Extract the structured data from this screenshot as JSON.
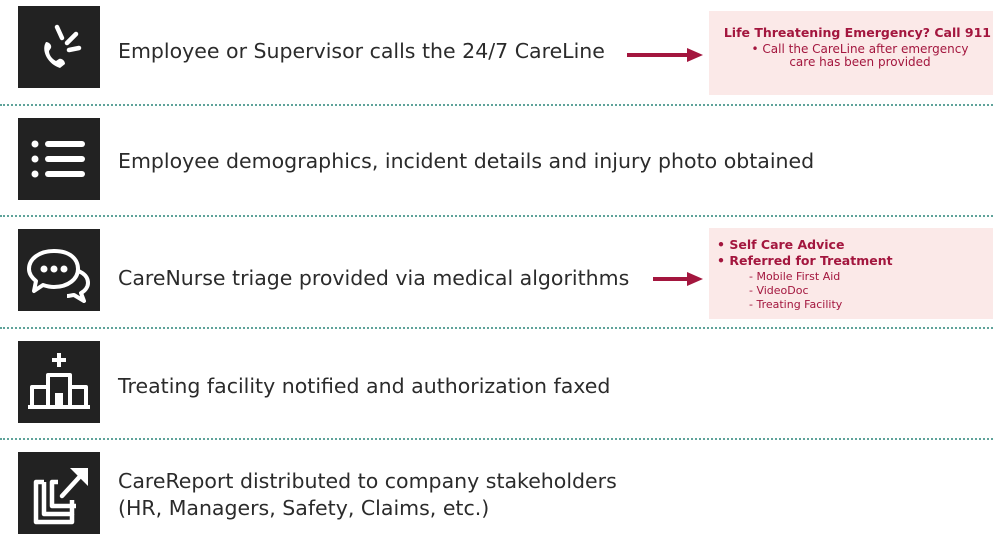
{
  "steps": [
    {
      "text": "Employee or Supervisor calls the 24/7 CareLine",
      "icon": "phone-call-icon"
    },
    {
      "text": "Employee demographics, incident details and injury photo obtained",
      "icon": "list-icon"
    },
    {
      "text": "CareNurse triage provided via medical algorithms",
      "icon": "chat-bubbles-icon"
    },
    {
      "text": "Treating facility notified and authorization faxed",
      "icon": "hospital-icon"
    },
    {
      "text_line1": "CareReport distributed to company stakeholders",
      "text_line2": "(HR, Managers, Safety, Claims, etc.)",
      "icon": "share-external-icon"
    }
  ],
  "emergency_note": {
    "title": "Life Threatening Emergency? Call 911",
    "line1": "• Call the CareLine after emergency",
    "line2": "care has been provided"
  },
  "triage_note": {
    "option1": "• Self Care Advice",
    "option2": "• Referred for Treatment",
    "sub1": "- Mobile First Aid",
    "sub2": "- VideoDoc",
    "sub3": "- Treating Facility"
  },
  "colors": {
    "icon_bg": "#222222",
    "accent": "#a3163e",
    "note_bg": "#fbe9e8",
    "separator": "#5fa39a",
    "text": "#2b2b2b"
  }
}
